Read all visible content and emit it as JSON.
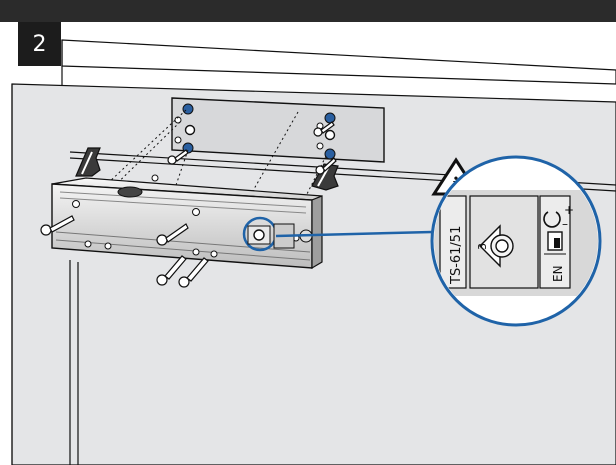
{
  "step_number": "2",
  "detail": {
    "model_label": "TS-61/51",
    "size_label": "3",
    "language_label": "EN",
    "plus_sign": "+",
    "minus_sign": "–"
  },
  "colors": {
    "callout_blue": "#1f63a8",
    "wall_gray": "#e4e5e7",
    "line_dark": "#111111",
    "badge": "#1c1c1c"
  },
  "icons": [
    "info-warning-icon",
    "screw-icon",
    "magnifier-callout"
  ]
}
